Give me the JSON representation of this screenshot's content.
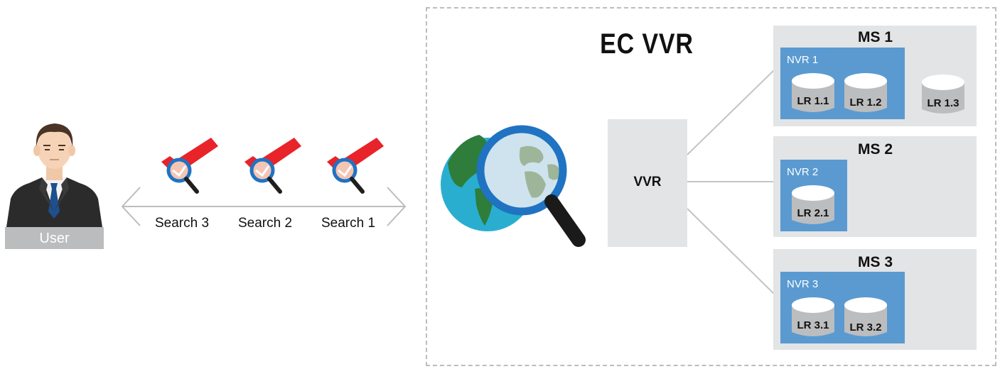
{
  "title": "EC VVR",
  "user": {
    "label": "User"
  },
  "searches": [
    {
      "label": "Search 3"
    },
    {
      "label": "Search 2"
    },
    {
      "label": "Search 1"
    }
  ],
  "vvr": {
    "label": "VVR"
  },
  "media_servers": [
    {
      "label": "MS 1",
      "nvr": {
        "label": "NVR 1",
        "recorders": [
          "LR 1.1",
          "LR 1.2"
        ]
      },
      "outside_recorders": [
        "LR 1.3"
      ]
    },
    {
      "label": "MS 2",
      "nvr": {
        "label": "NVR 2",
        "recorders": [
          "LR 2.1"
        ]
      },
      "outside_recorders": []
    },
    {
      "label": "MS 3",
      "nvr": {
        "label": "NVR 3",
        "recorders": [
          "LR 3.1",
          "LR 3.2"
        ]
      },
      "outside_recorders": []
    }
  ],
  "colors": {
    "nvr_blue": "#5a9ad0",
    "panel_gray": "#e3e4e6",
    "search_red": "#e8232a",
    "magnifier_blue": "#1f73c2",
    "ocean": "#2aaed0",
    "land": "#2e7d3a"
  }
}
